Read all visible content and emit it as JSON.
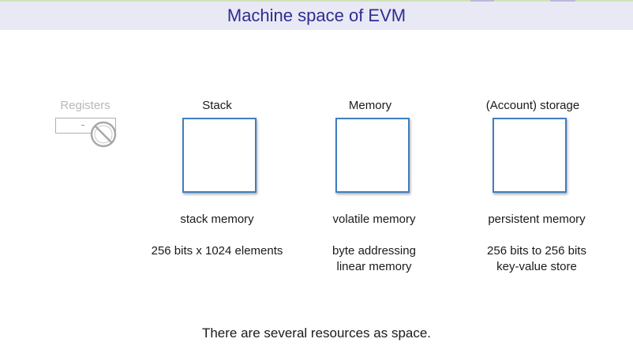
{
  "header": {
    "title": "Machine space of EVM"
  },
  "registers": {
    "label": "Registers"
  },
  "columns": [
    {
      "label": "Stack",
      "desc1": "stack memory",
      "desc2a": "256 bits x 1024 elements",
      "desc2b": ""
    },
    {
      "label": "Memory",
      "desc1": "volatile memory",
      "desc2a": "byte addressing",
      "desc2b": "linear memory"
    },
    {
      "label": "(Account) storage",
      "desc1": "persistent memory",
      "desc2a": "256 bits to 256 bits",
      "desc2b": "key-value store"
    }
  ],
  "footer": {
    "text": "There are several resources as space."
  },
  "colors": {
    "title": "#2e2e8e",
    "box_border": "#3f7fbf",
    "header_bg": "#e9e9f6"
  }
}
